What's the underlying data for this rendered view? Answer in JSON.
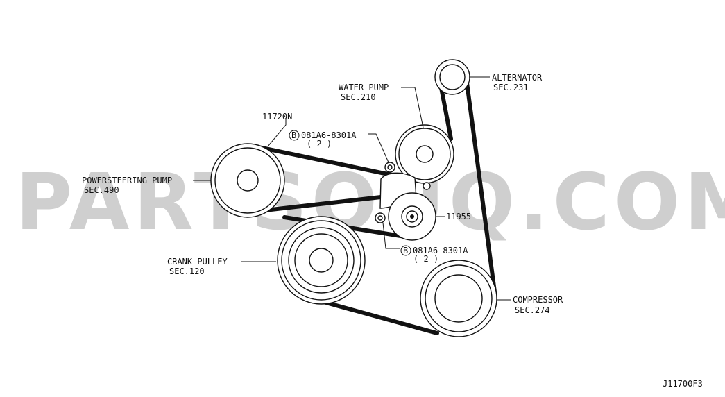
{
  "watermark": "PARTSOUQ.COM",
  "diagram_code": "J11700F3",
  "parts": {
    "belt": "11720N",
    "tensioner": "11955",
    "bolt_upper": {
      "marker": "B",
      "code": "081A6-8301A",
      "qty": "( 2 )"
    },
    "bolt_lower": {
      "marker": "B",
      "code": "081A6-8301A",
      "qty": "( 2 )"
    }
  },
  "components": {
    "alternator": {
      "name": "ALTERNATOR",
      "sec": "SEC.231"
    },
    "water_pump": {
      "name": "WATER PUMP",
      "sec": "SEC.210"
    },
    "power_steering": {
      "name": "POWERSTEERING PUMP",
      "sec": "SEC.490"
    },
    "crank": {
      "name": "CRANK PULLEY",
      "sec": "SEC.120"
    },
    "compressor": {
      "name": "COMPRESSOR",
      "sec": "SEC.274"
    }
  }
}
